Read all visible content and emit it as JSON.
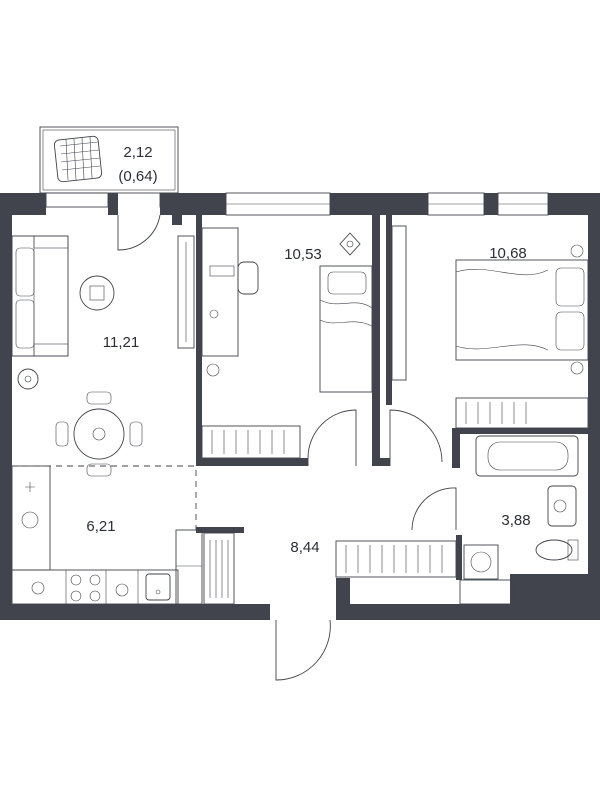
{
  "plan": {
    "wall_color": "#41434d",
    "rooms": [
      {
        "id": "balcony",
        "area": "2,12",
        "sub": "(0,64)"
      },
      {
        "id": "living",
        "area": "11,21"
      },
      {
        "id": "bedroom-1",
        "area": "10,53"
      },
      {
        "id": "bedroom-2",
        "area": "10,68"
      },
      {
        "id": "kitchen",
        "area": "6,21"
      },
      {
        "id": "hallway",
        "area": "8,44"
      },
      {
        "id": "bathroom",
        "area": "3,88"
      }
    ]
  }
}
